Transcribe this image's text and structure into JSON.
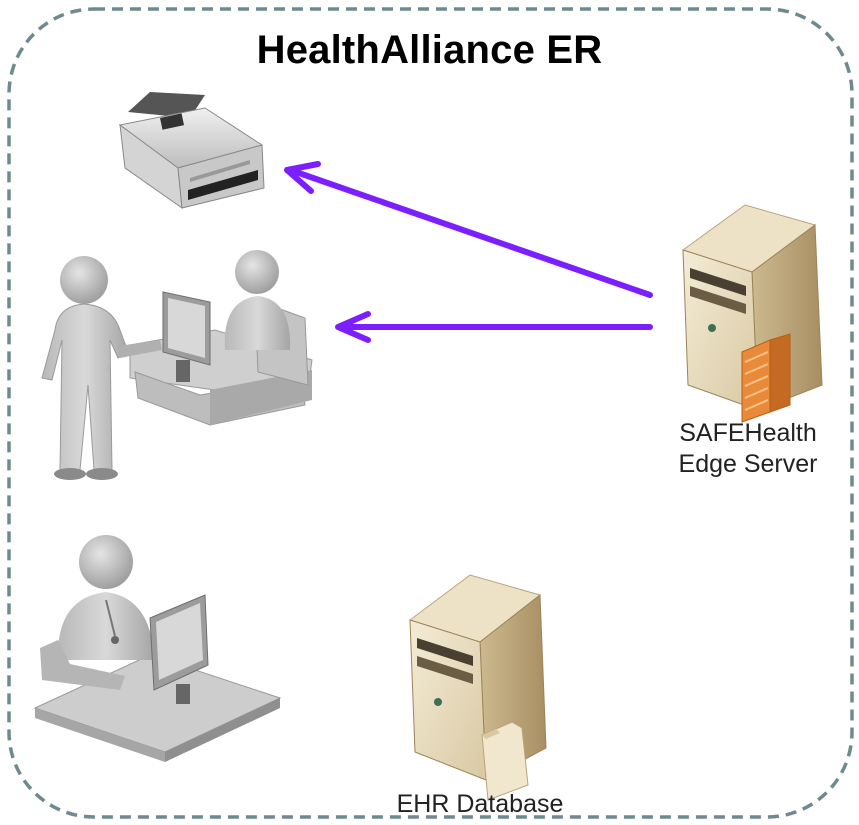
{
  "title": "HealthAlliance ER",
  "nodes": {
    "printer": {
      "label": ""
    },
    "front_desk": {
      "label": ""
    },
    "clinician_workstation": {
      "label": ""
    },
    "edge_server": {
      "label_line1": "SAFEHealth",
      "label_line2": "Edge Server"
    },
    "ehr_database": {
      "label": "EHR Database"
    }
  },
  "edges": [
    {
      "from": "edge_server",
      "to": "printer",
      "color": "#7b1fff"
    },
    {
      "from": "edge_server",
      "to": "front_desk",
      "color": "#7b1fff"
    }
  ],
  "colors": {
    "boundary": "#6e8a8f",
    "arrow": "#7b1fff",
    "server_body": "#e8dcc0",
    "server_side": "#c9b58e",
    "firewall": "#e88a3a"
  }
}
